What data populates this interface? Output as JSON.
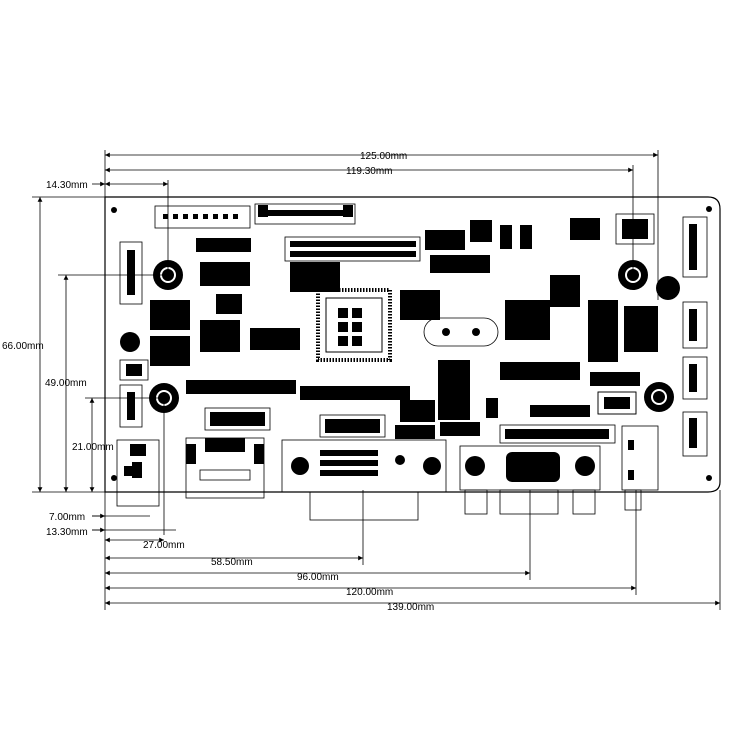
{
  "dimensions": {
    "overall_width_top": "125.00mm",
    "overall_width_second": "119.30mm",
    "left_offset_top": "14.30mm",
    "height_total": "66.00mm",
    "height_mid": "49.00mm",
    "height_low": "21.00mm",
    "bottom_offset_1": "7.00mm",
    "bottom_offset_2": "13.30mm",
    "width_27": "27.00mm",
    "width_58": "58.50mm",
    "width_96": "96.00mm",
    "width_120": "120.00mm",
    "width_139": "139.00mm"
  }
}
